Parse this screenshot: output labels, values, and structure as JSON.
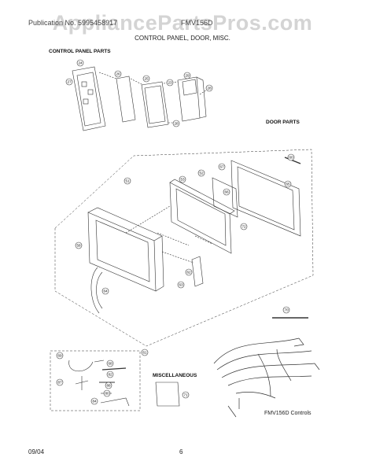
{
  "watermark": "AppliancePartsPros.com",
  "header": {
    "left": "Publication No. 5995458917",
    "right": "FMV156D",
    "subtitle": "CONTROL PANEL, DOOR, MISC."
  },
  "sections": {
    "control_panel": "CONTROL PANEL PARTS",
    "door": "DOOR PARTS",
    "misc": "MISCELLANEOUS"
  },
  "callouts": {
    "cp": [
      "24",
      "27",
      "26",
      "25",
      "23",
      "28",
      "29",
      "28"
    ],
    "door": [
      "51",
      "52",
      "53",
      "67",
      "65",
      "66",
      "60",
      "58",
      "64",
      "62",
      "63",
      "70",
      "72"
    ],
    "misc": [
      "61",
      "69",
      "68",
      "82",
      "87",
      "88",
      "80",
      "84",
      "71"
    ]
  },
  "caption": "FMV156D Controls",
  "footer": {
    "date": "09/04",
    "page": "6"
  }
}
